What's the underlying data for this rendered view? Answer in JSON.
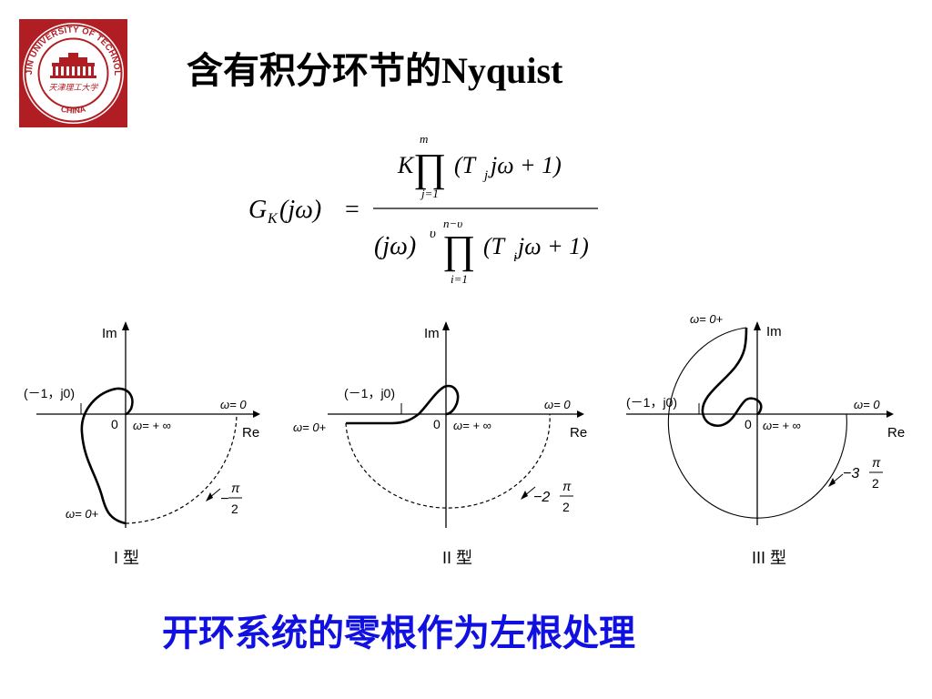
{
  "slide": {
    "title_cn": "含有积分环节的",
    "title_en": "Nyquist",
    "logo": {
      "top_text": "TIANJIN UNIVERSITY OF TECHNOLOGY",
      "bottom_text": "CHINA",
      "calligraphy": "天津理工大学"
    },
    "bottom_text": "开环系统的零根作为左根处理"
  },
  "formula": {
    "lhs_G": "G",
    "lhs_sub": "K",
    "lhs_arg": "(jω)",
    "equals": "=",
    "num_K": "K",
    "num_prod": "∏",
    "num_upper": "m",
    "num_lower": "j=1",
    "num_term": "(T",
    "num_term_sub": "j",
    "num_term_rest": " jω + 1)",
    "den_pow_base": "(jω)",
    "den_pow_exp": "υ",
    "den_prod": "∏",
    "den_upper": "n−υ",
    "den_lower": "i=1",
    "den_term": "(T",
    "den_term_sub": "i",
    "den_term_rest": " jω + 1)"
  },
  "plots": [
    {
      "type_label": "I 型",
      "im": "Im",
      "re": "Re",
      "origin": "0",
      "point": "(－1，j0)",
      "w0": "ω= 0",
      "winf": "ω= + ∞",
      "w0plus": "ω= 0+",
      "angle_label": "−",
      "angle_num": "π",
      "angle_den": "2"
    },
    {
      "type_label": "II 型",
      "im": "Im",
      "re": "Re",
      "origin": "0",
      "point": "(－1，j0)",
      "w0": "ω= 0",
      "winf": "ω= + ∞",
      "w0plus": "ω= 0+",
      "angle_label": "−2",
      "angle_num": "π",
      "angle_den": "2"
    },
    {
      "type_label": "III 型",
      "im": "Im",
      "re": "Re",
      "origin": "0",
      "point": "(－1，j0)",
      "w0": "ω= 0",
      "winf": "ω= + ∞",
      "w0plus": "ω= 0+",
      "angle_label": "−3",
      "angle_num": "π",
      "angle_den": "2"
    }
  ]
}
